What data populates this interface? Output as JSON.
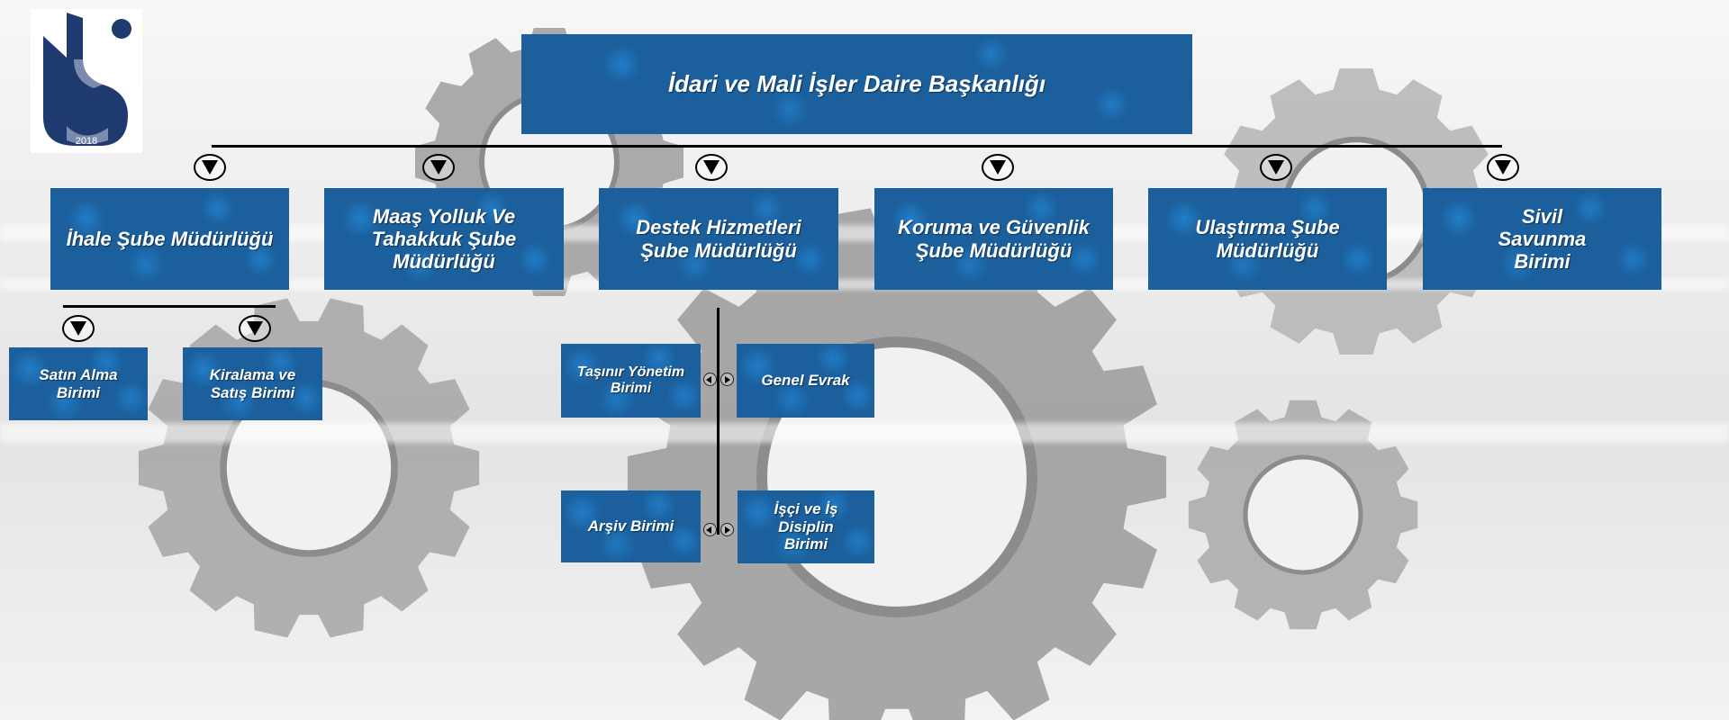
{
  "logo": {
    "text": "2018",
    "color": "#1f3a6e"
  },
  "colors": {
    "box": "#1b5f9c",
    "text": "#ffffff",
    "connector": "#000000"
  },
  "head": {
    "label": "İdari ve Mali İşler Daire Başkanlığı"
  },
  "departments": [
    {
      "label": "İhale Şube Müdürlüğü"
    },
    {
      "label": "Maaş Yolluk Ve Tahakkuk Şube Müdürlüğü"
    },
    {
      "label": "Destek Hizmetleri Şube Müdürlüğü"
    },
    {
      "label": "Koruma ve Güvenlik Şube Müdürlüğü"
    },
    {
      "label": "Ulaştırma Şube Müdürlüğü"
    },
    {
      "label": "Sivil Savunma Birimi"
    }
  ],
  "ihale_units": [
    {
      "label": "Satın Alma Birimi"
    },
    {
      "label": "Kiralama ve Satış Birimi"
    }
  ],
  "destek_units": [
    {
      "label": "Taşınır Yönetim Birimi"
    },
    {
      "label": "Genel Evrak"
    },
    {
      "label": "Arşiv Birimi"
    },
    {
      "label": "İşçi ve İş Disiplin Birimi"
    }
  ]
}
